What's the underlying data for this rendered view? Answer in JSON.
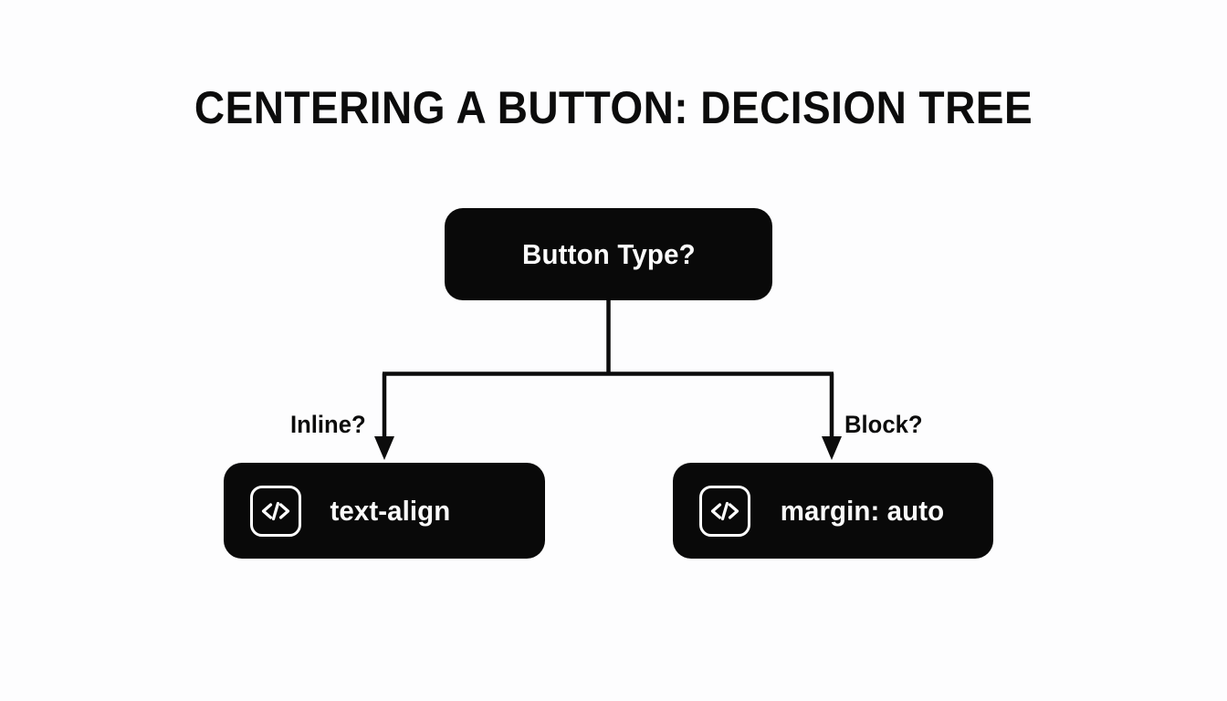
{
  "page": {
    "title": "CENTERING A BUTTON: DECISION TREE",
    "background_color": "#fdfdfe",
    "node_color": "#090909",
    "node_text_color": "#fbfbfb",
    "line_color": "#0c0c0c"
  },
  "diagram": {
    "type": "decision-tree",
    "root": {
      "id": "root-node",
      "label": "Button Type?"
    },
    "branches": [
      {
        "id": "branch-inline",
        "label": "Inline?",
        "target": "leaf-left"
      },
      {
        "id": "branch-block",
        "label": "Block?",
        "target": "leaf-right"
      }
    ],
    "leaves": [
      {
        "id": "leaf-left",
        "icon": "code-icon",
        "icon_glyph": "</>",
        "label": "text-align"
      },
      {
        "id": "leaf-right",
        "icon": "code-icon",
        "icon_glyph": "</>",
        "label": "margin: auto"
      }
    ]
  }
}
